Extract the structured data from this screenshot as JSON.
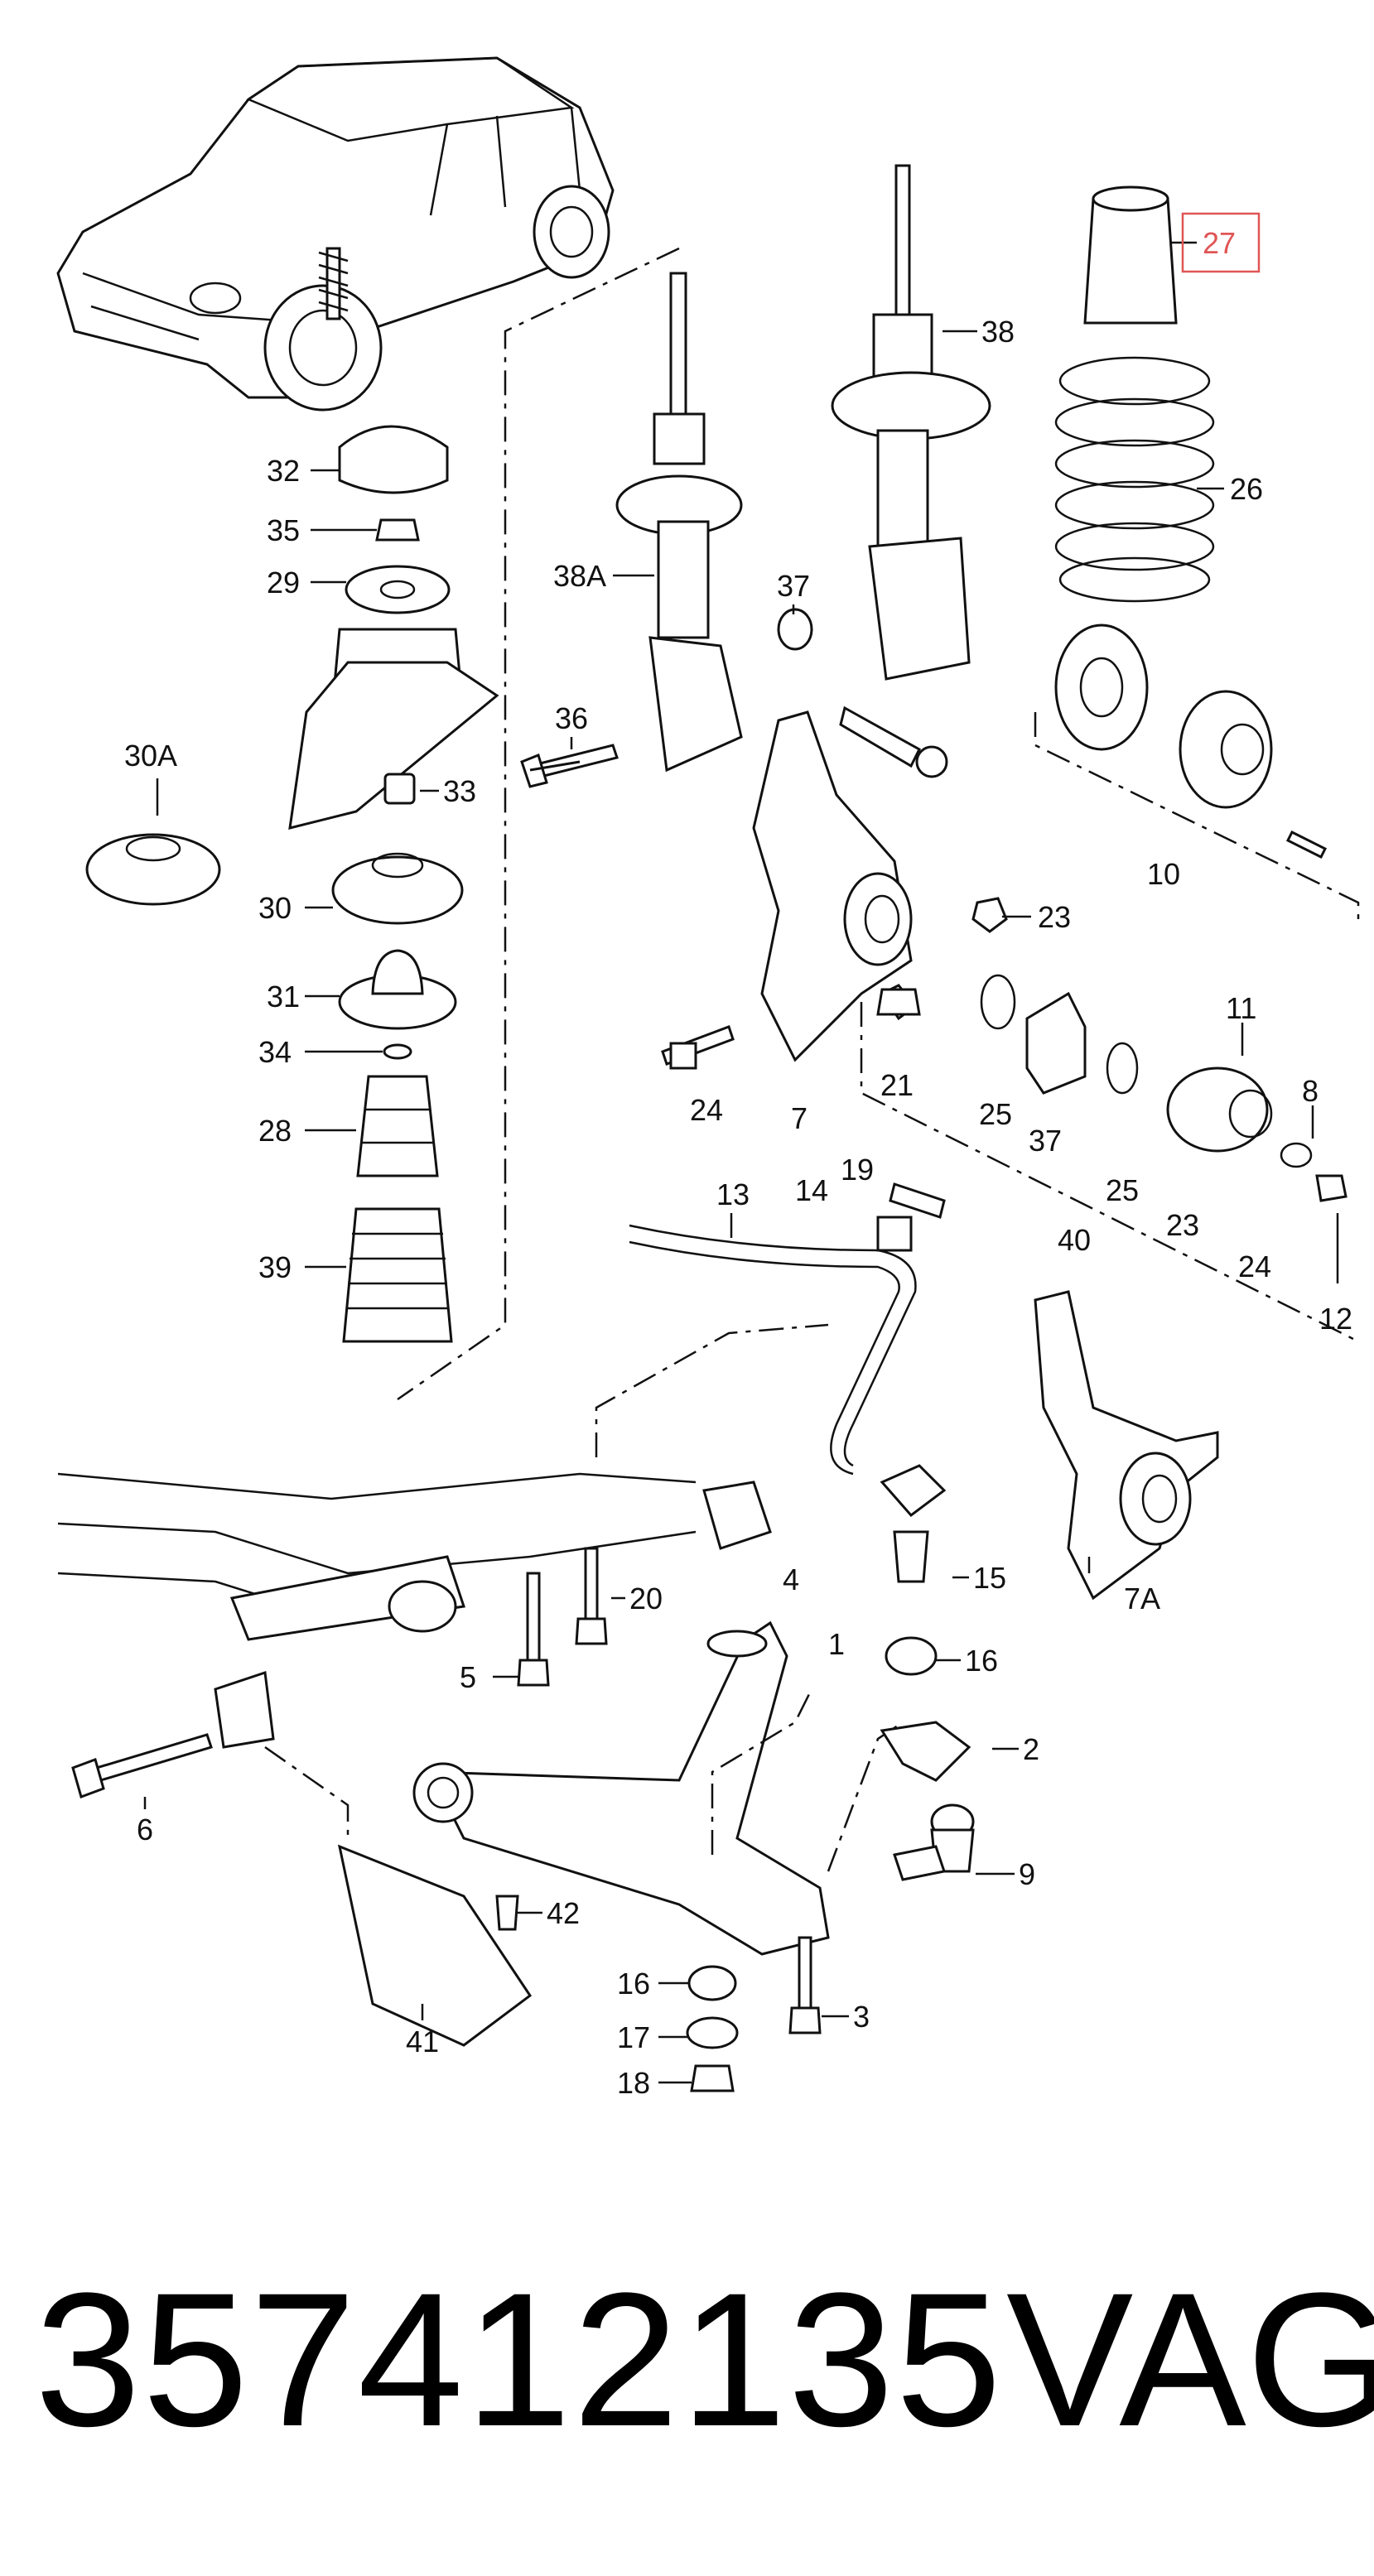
{
  "diagram": {
    "labels": {
      "l1": "1",
      "l2": "2",
      "l3": "3",
      "l4": "4",
      "l5": "5",
      "l6": "6",
      "l7": "7",
      "l7a": "7A",
      "l8": "8",
      "l9": "9",
      "l10": "10",
      "l11": "11",
      "l12": "12",
      "l13": "13",
      "l14": "14",
      "l15": "15",
      "l16a": "16",
      "l16b": "16",
      "l17": "17",
      "l18": "18",
      "l19": "19",
      "l20": "20",
      "l21": "21",
      "l23a": "23",
      "l23b": "23",
      "l24a": "24",
      "l24b": "24",
      "l25a": "25",
      "l25b": "25",
      "l26": "26",
      "l27": "27",
      "l28": "28",
      "l29": "29",
      "l30": "30",
      "l30a": "30A",
      "l31": "31",
      "l32": "32",
      "l33": "33",
      "l34": "34",
      "l35": "35",
      "l36": "36",
      "l37a": "37",
      "l37b": "37",
      "l38": "38",
      "l38a": "38A",
      "l39": "39",
      "l40": "40",
      "l41": "41",
      "l42": "42"
    },
    "highlight_color": "#e05555"
  },
  "footer": {
    "part_number": "357412135",
    "brand": "VAG"
  }
}
